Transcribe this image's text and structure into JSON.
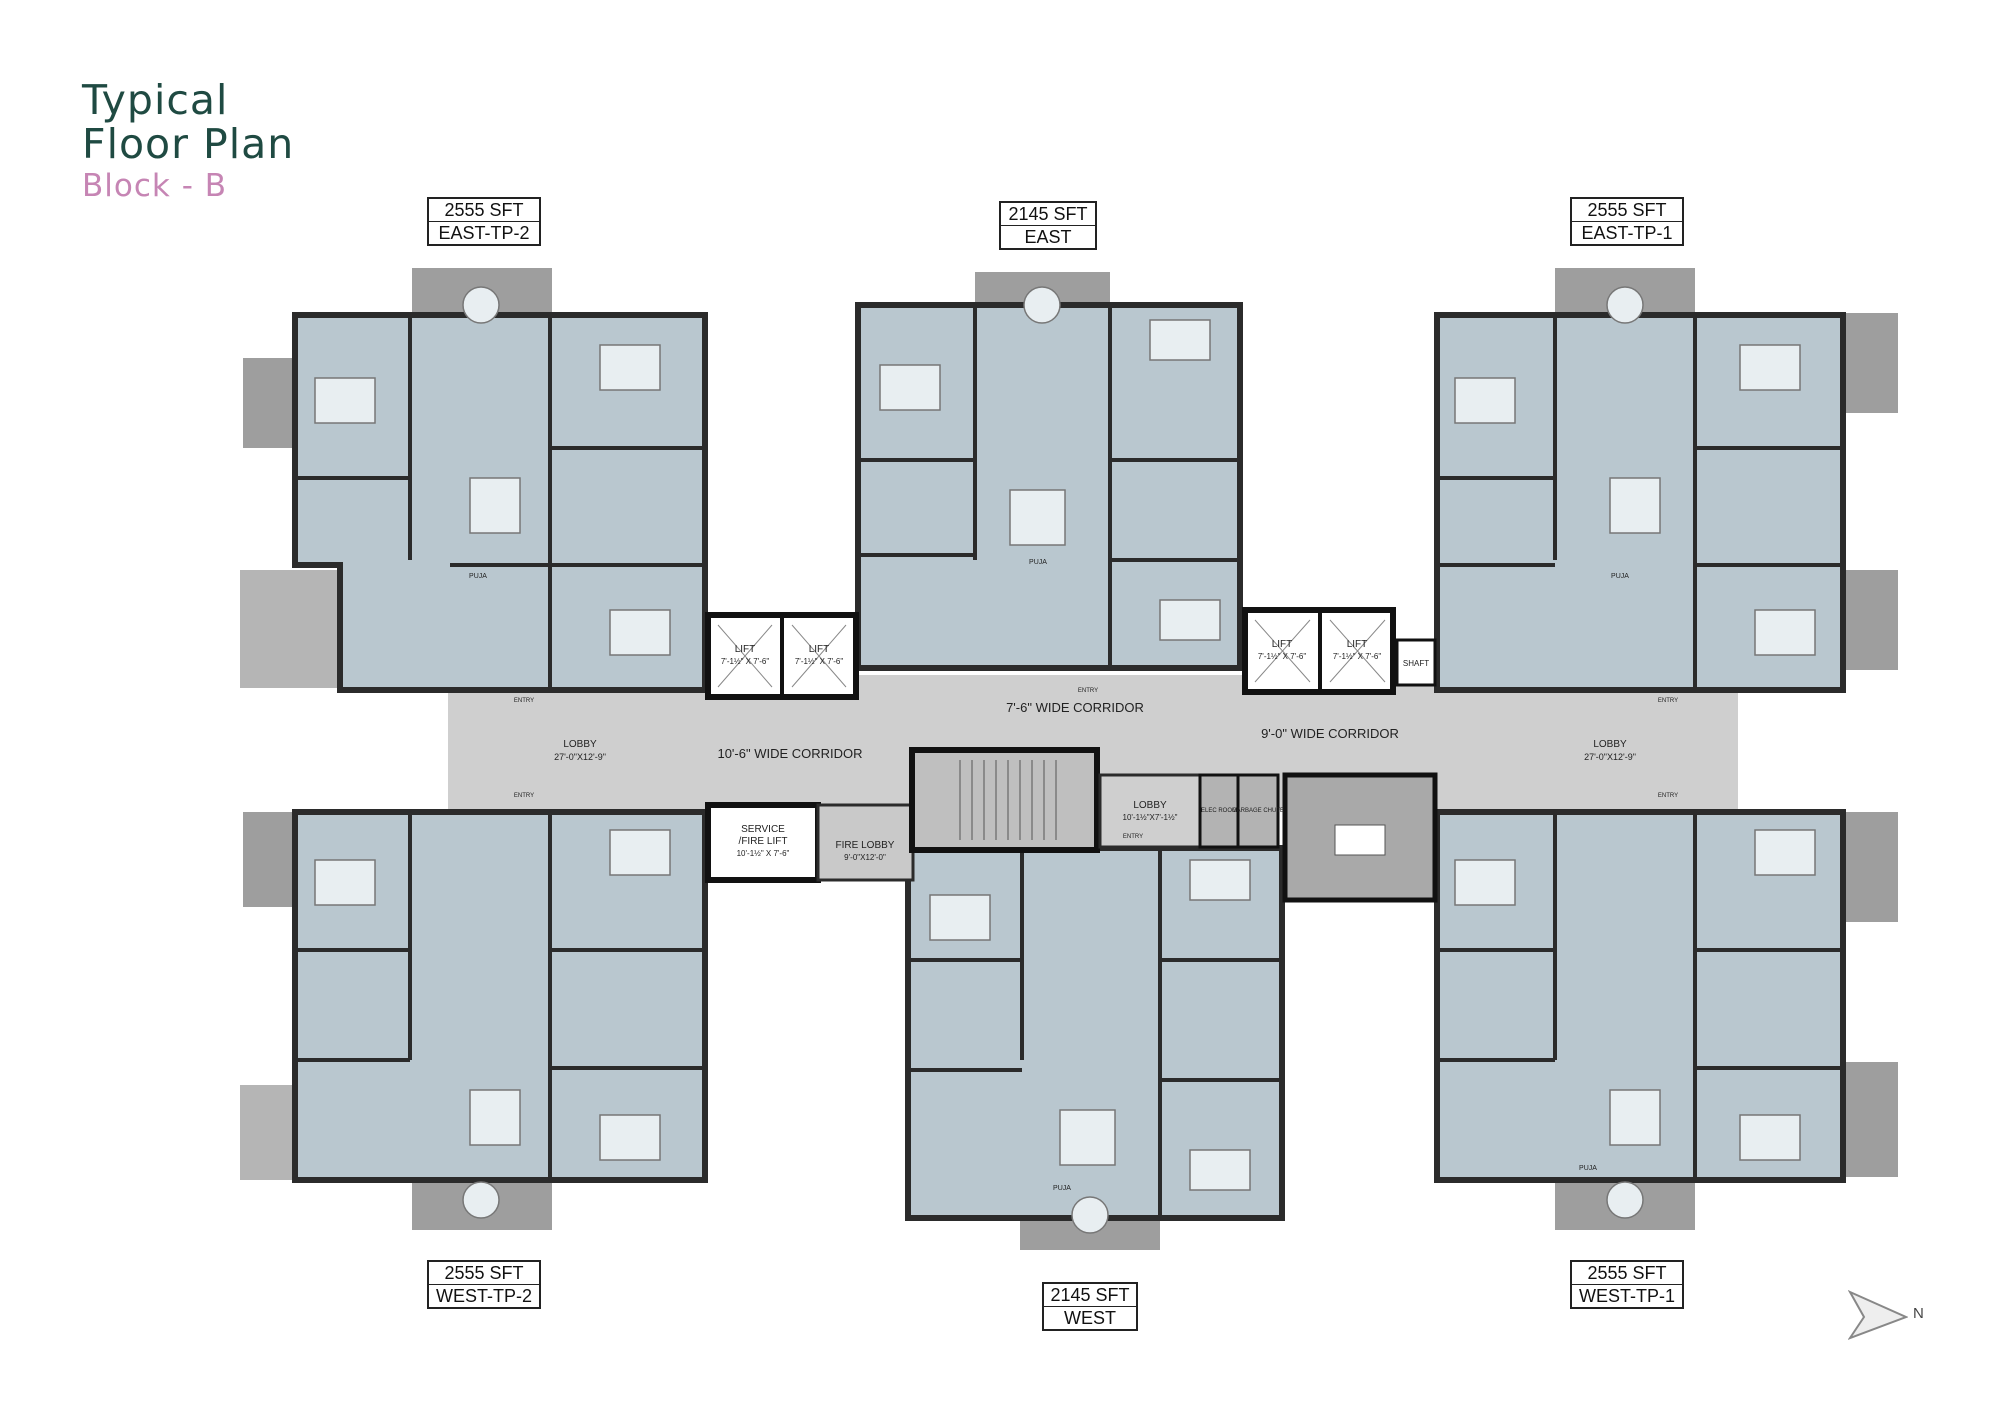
{
  "title": {
    "line1": "Typical",
    "line2": "Floor Plan",
    "line3": "Block - B"
  },
  "units": [
    {
      "id": "east-tp-2",
      "area": "2555 SFT",
      "facing": "EAST-TP-2"
    },
    {
      "id": "east",
      "area": "2145 SFT",
      "facing": "EAST"
    },
    {
      "id": "east-tp-1",
      "area": "2555 SFT",
      "facing": "EAST-TP-1"
    },
    {
      "id": "west-tp-2",
      "area": "2555 SFT",
      "facing": "WEST-TP-2"
    },
    {
      "id": "west",
      "area": "2145 SFT",
      "facing": "WEST"
    },
    {
      "id": "west-tp-1",
      "area": "2555 SFT",
      "facing": "WEST-TP-1"
    }
  ],
  "core": {
    "corridor_7_6": "7'-6\" WIDE CORRIDOR",
    "corridor_10_6": "10'-6\" WIDE CORRIDOR",
    "corridor_9_0": "9'-0\" WIDE CORRIDOR",
    "lobby": "LOBBY",
    "lobby_size": "27'-0\"X12'-9\"",
    "lift": "LIFT",
    "lift_size": "7'-1½\" X 7'-6\"",
    "service_lift": "SERVICE",
    "service_lift2": "/FIRE LIFT",
    "service_lift_size": "10'-1½\" X 7'-6\"",
    "fire_lobby": "FIRE LOBBY",
    "fire_lobby_size": "9'-0\"X12'-0\"",
    "lobby_small": "LOBBY",
    "lobby_small_size": "10'-1½\"X7'-1½\"",
    "elec_room": "ELEC ROOM",
    "garbage_chute": "GARBAGE CHUTE",
    "shaft": "SHAFT",
    "entry": "ENTRY",
    "puja": "PUJA"
  },
  "north": "N",
  "colors": {
    "floor": "#b9c7cf",
    "wall": "#2b2b2b",
    "corridor": "#cfcfcf",
    "balcony": "#9e9e9e",
    "title": "#1f4a42",
    "subtitle": "#c685b4"
  }
}
